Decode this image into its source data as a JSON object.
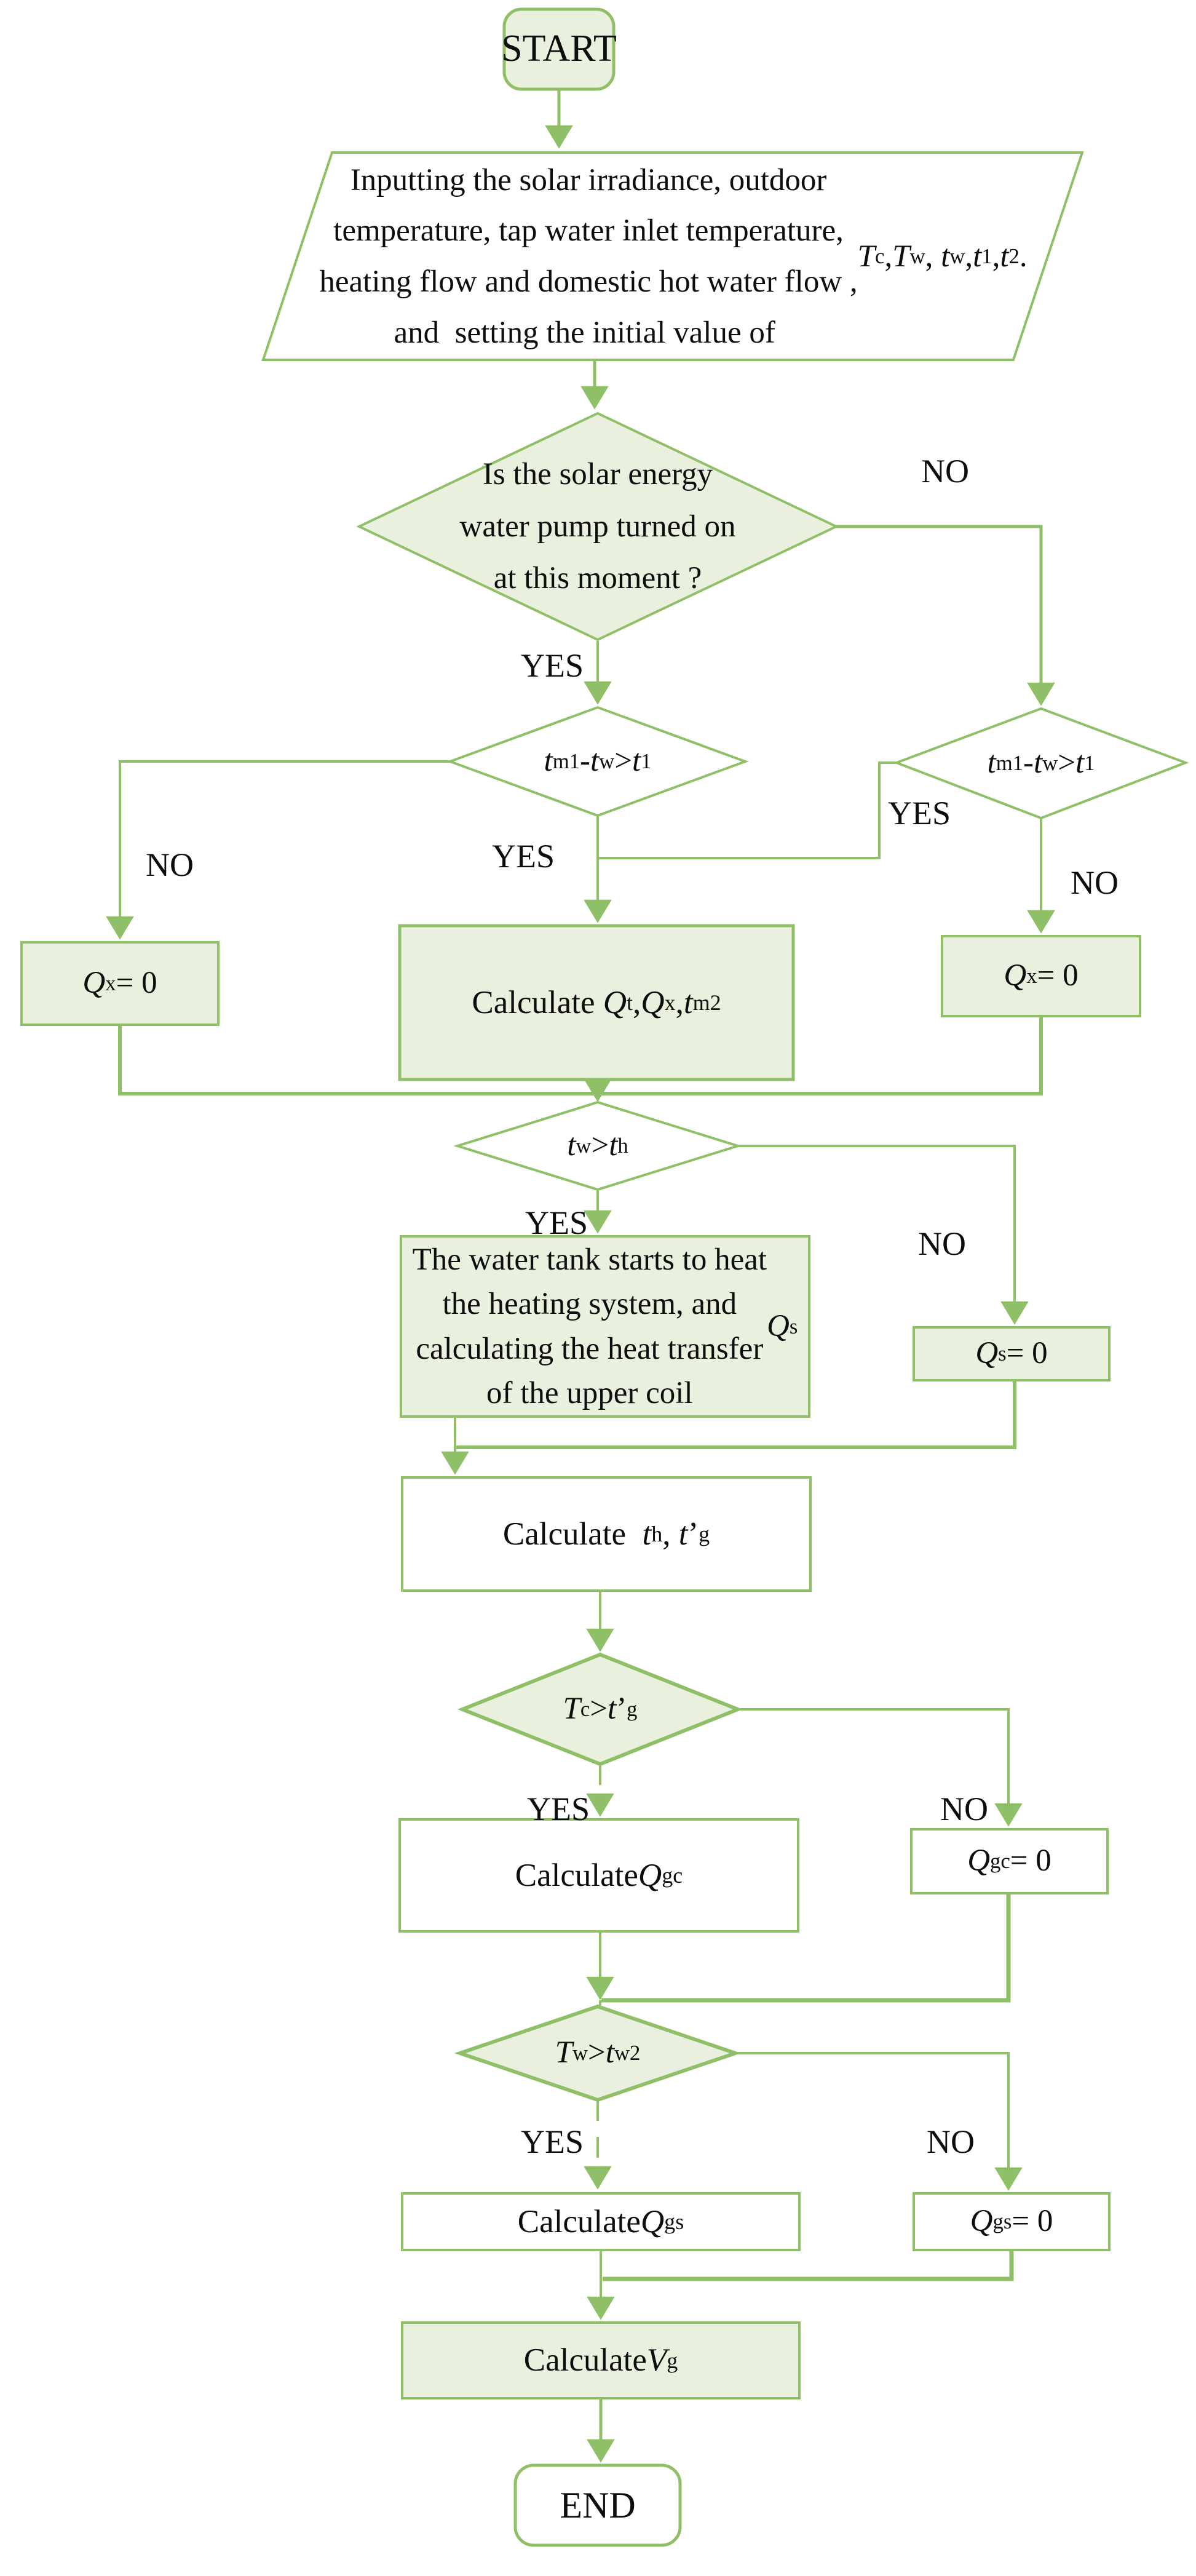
{
  "flowchart": {
    "colors": {
      "line_green": "#8fc068",
      "node_fill_green": "#e9f1de",
      "node_fill_white": "#ffffff",
      "text": "#0d0d0d"
    },
    "labels": {
      "yes": "YES",
      "no": "NO"
    },
    "nodes": {
      "start": {
        "label": "START"
      },
      "input": {
        "html": "Inputting the solar irradiance, outdoor<br>temperature, tap water inlet temperature,<br>heating flow and domestic hot water flow ,<br>and&nbsp; setting the initial value of&nbsp; <i>T</i><sub>c</sub> , <i>T</i><sub>w</sub> ,&nbsp; <i>t</i><sub>w</sub> , <i>t</i><sub>1</sub> , <i>t</i><sub>2</sub> ."
      },
      "pump_on": {
        "html": "Is the solar energy<br>water pump turned on<br>at this moment ?"
      },
      "dt_left": {
        "html": "<i>t</i><sub>m1</sub>-<i>t</i><sub>w</sub> &gt; <i>t</i><sub>1</sub>"
      },
      "dt_right": {
        "html": "<i>t</i><sub>m1</sub>-<i>t</i><sub>w</sub> &gt; <i>t</i><sub>1</sub>"
      },
      "qx_zero_left": {
        "html": "<i>Q</i><sub>x</sub> = 0"
      },
      "calc_qt_qx_tm2": {
        "html": "Calculate&nbsp; <i>Q</i><sub>t</sub> , <i>Q</i><sub>x</sub> , <i>t</i><sub>m2</sub>"
      },
      "qx_zero_right": {
        "html": "<i>Q</i><sub>x</sub> = 0"
      },
      "tw_gt_th": {
        "html": "<i>t</i><sub>w</sub> &gt; <i>t</i><sub> h</sub>"
      },
      "tank_heat": {
        "html": "The water tank starts to heat<br>the heating system, and<br>calculating the heat transfer<br>of the upper coil <i>Q</i><sub>s</sub>"
      },
      "qs_zero": {
        "html": "<i>Q</i><sub>s</sub> = 0"
      },
      "calc_th_tg": {
        "html": "Calculate&nbsp;&nbsp; <i>t</i><sub> h</sub> ,&nbsp; <i>t</i>’<sub> g</sub>"
      },
      "tc_gt_tg": {
        "html": "<i>T</i><sub>c</sub> &gt; <i>t</i>’<sub> g</sub>"
      },
      "calc_qgc": {
        "html": "Calculate <i>Q</i><sub>gc</sub>"
      },
      "qgc_zero": {
        "html": "<i>Q</i><sub>gc</sub> = 0"
      },
      "tw_gt_tw2": {
        "html": "<i>T</i><sub>w</sub> &gt; <i>t</i><sub>w2</sub>"
      },
      "calc_qgs": {
        "html": "Calculate <i>Q</i><sub>gs</sub>"
      },
      "qgs_zero": {
        "html": "<i>Q</i><sub>gs</sub> = 0"
      },
      "calc_vg": {
        "html": "Calculate <i>V</i><sub>g</sub>"
      },
      "end": {
        "label": "END"
      }
    }
  }
}
